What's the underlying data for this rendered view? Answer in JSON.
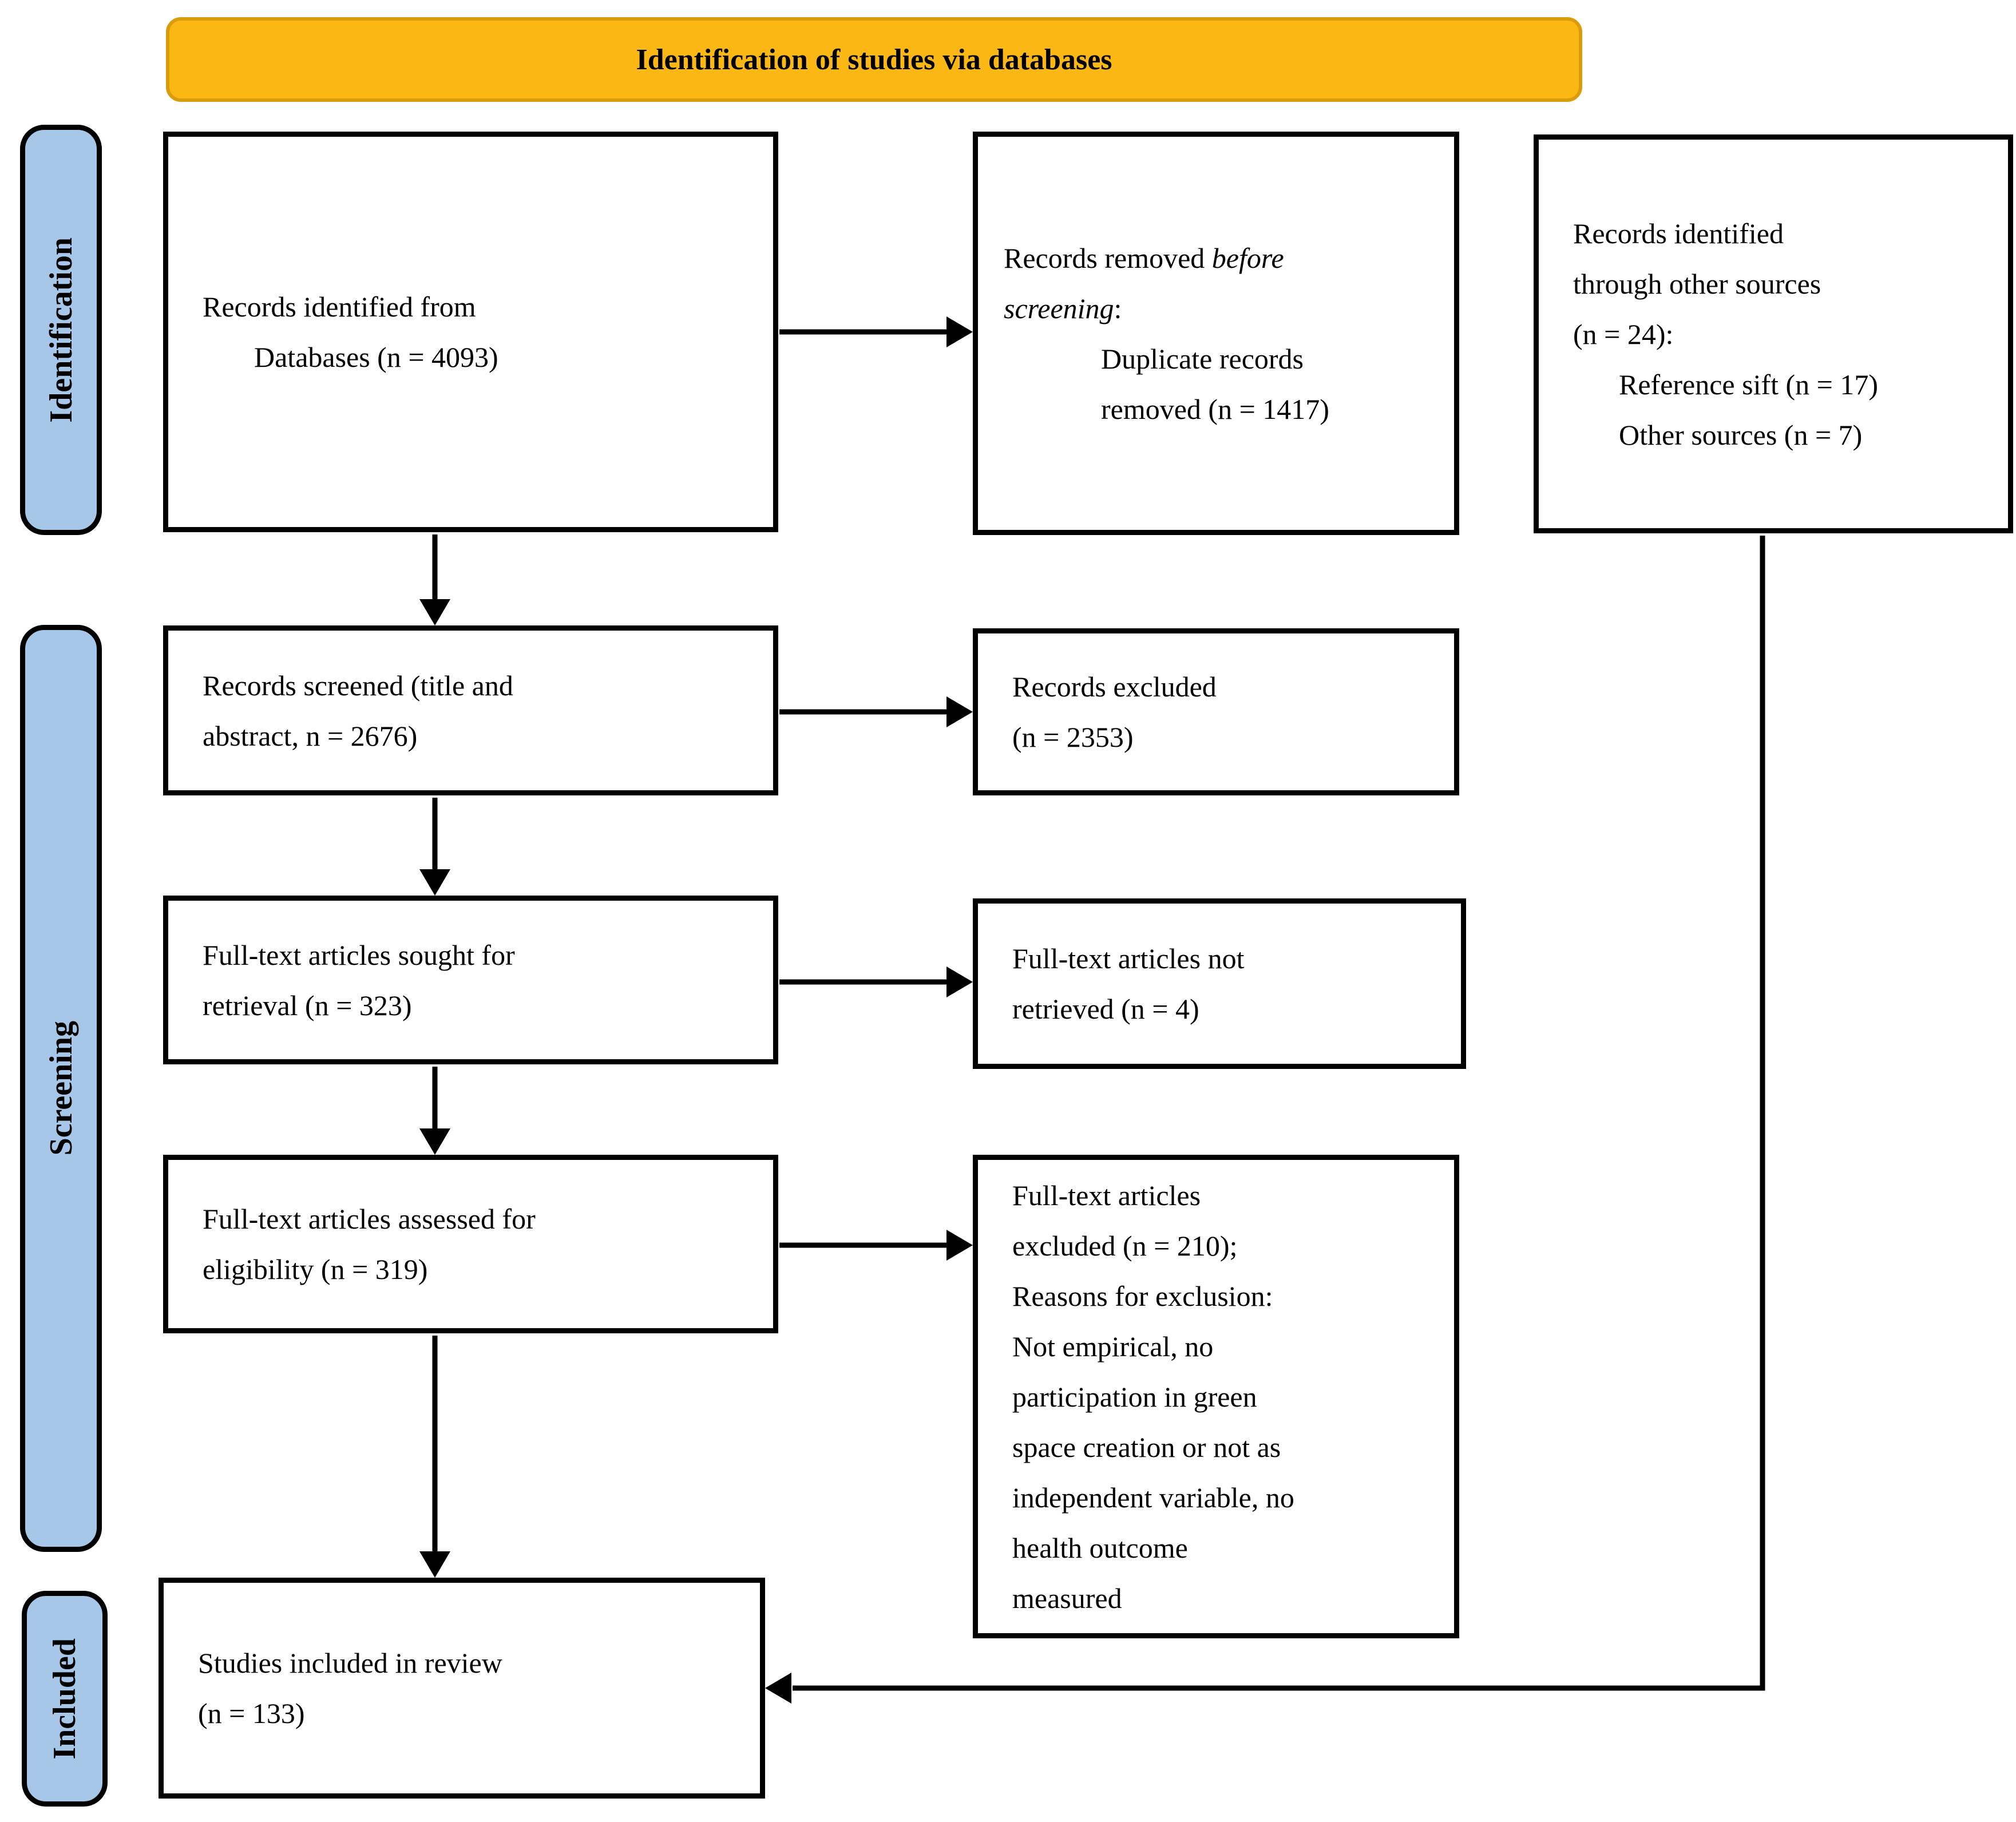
{
  "header": {
    "title": "Identification of studies via databases"
  },
  "stages": {
    "identification": "Identification",
    "screening": "Screening",
    "included": "Included"
  },
  "boxes": {
    "records_identified": {
      "line1": "Records identified from",
      "line2": "Databases (n = 4093)"
    },
    "records_removed": {
      "line1_plain": "Records removed ",
      "line1_italic": "before",
      "line2_italic": "screening",
      "line2_suffix": ":",
      "detail_line1": "Duplicate records",
      "detail_line2": "removed (n = 1417)"
    },
    "other_sources": {
      "line1": "Records identified",
      "line2": "through other sources",
      "line3": "(n = 24):",
      "detail1": "Reference sift (n = 17)",
      "detail2": "Other sources (n = 7)"
    },
    "records_screened": {
      "line1": "Records screened (title and",
      "line2": "abstract, n = 2676)"
    },
    "records_excluded": {
      "line1": "Records excluded",
      "line2": "(n = 2353)"
    },
    "fulltext_sought": {
      "line1": "Full-text articles sought for",
      "line2": "retrieval (n = 323)"
    },
    "fulltext_not_retrieved": {
      "line1": "Full-text articles not",
      "line2": "retrieved (n = 4)"
    },
    "fulltext_assessed": {
      "line1": "Full-text articles assessed for",
      "line2": "eligibility (n = 319)"
    },
    "fulltext_excluded": {
      "lines": [
        "Full-text articles",
        "excluded (n = 210);",
        "Reasons for exclusion:",
        "Not empirical, no",
        "participation in green",
        "space creation or not as",
        "independent variable, no",
        "health outcome",
        "measured"
      ]
    },
    "studies_included": {
      "line1": "Studies included in review",
      "line2": "(n = 133)"
    }
  },
  "colors": {
    "banner_fill": "#FBB713",
    "banner_border": "#D89C0D",
    "stage_fill": "#A7C7E8",
    "box_border": "#000000"
  }
}
